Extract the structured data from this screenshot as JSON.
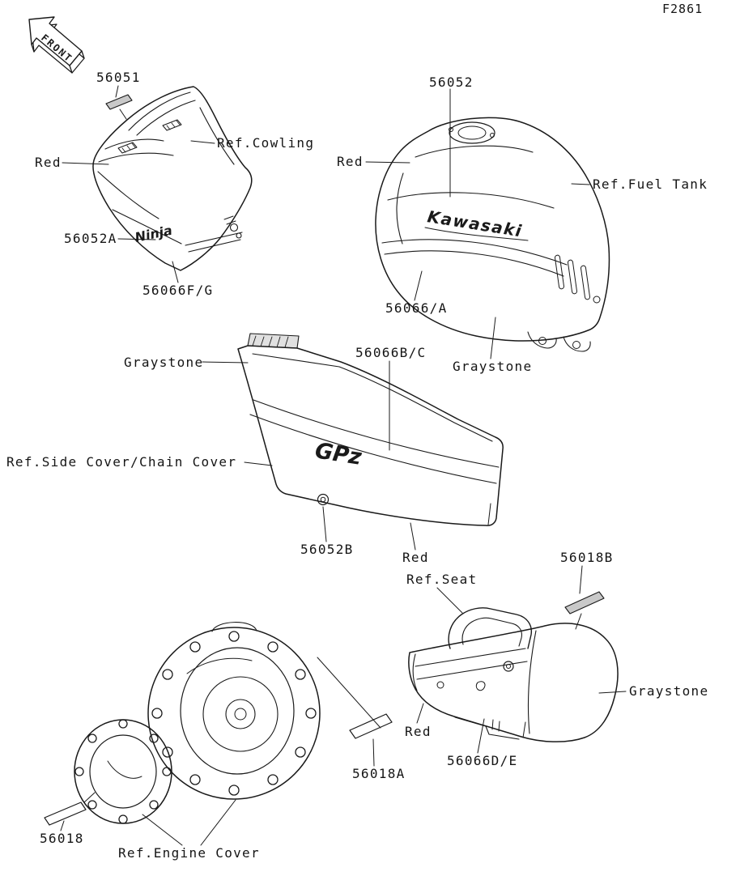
{
  "page": {
    "code": "F2861",
    "front_marker": "FRONT"
  },
  "cowling": {
    "part_top": "56051",
    "ref": "Ref.Cowling",
    "color_left": "Red",
    "part_lower": "56052A",
    "part_bottom": "56066F/G",
    "decal_script": "Ninja"
  },
  "fuel_tank": {
    "part_top": "56052",
    "color_left": "Red",
    "ref": "Ref.Fuel Tank",
    "part_lower": "56066/A",
    "color_bottom": "Graystone",
    "decal_script": "Kawasaki"
  },
  "side_cover": {
    "color_left": "Graystone",
    "part_top": "56066B/C",
    "ref": "Ref.Side Cover/Chain Cover",
    "part_bottom": "56052B",
    "color_bottom": "Red",
    "decal_script": "GPz"
  },
  "seat": {
    "ref": "Ref.Seat",
    "part_top": "56018B",
    "color_right": "Graystone",
    "color_left": "Red",
    "part_bottom": "56066D/E"
  },
  "engine_cover": {
    "part_strip_right": "56018A",
    "part_strip_left": "56018",
    "ref": "Ref.Engine Cover"
  }
}
